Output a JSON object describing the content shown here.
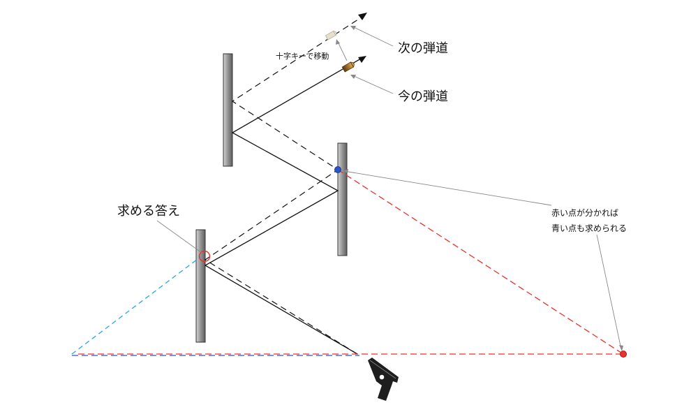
{
  "labels": {
    "next_trajectory": "次の弾道",
    "current_trajectory": "今の弾道",
    "move_hint": "十字キーで移動",
    "answer": "求める答え",
    "note_line1": "赤い点が分かれば",
    "note_line2": "青い点も求められる"
  },
  "colors": {
    "mirror_light": "#c8c8c8",
    "mirror_dark": "#6e6e6e",
    "line": "#111111",
    "red": "#e8322c",
    "blue": "#2a55c4",
    "cyan": "#2aa6e0",
    "gun": "#1e1e1e"
  },
  "icons": {
    "next_bullet": "bullet-ghost-icon",
    "current_bullet": "bullet-icon",
    "gun": "pistol-icon"
  }
}
